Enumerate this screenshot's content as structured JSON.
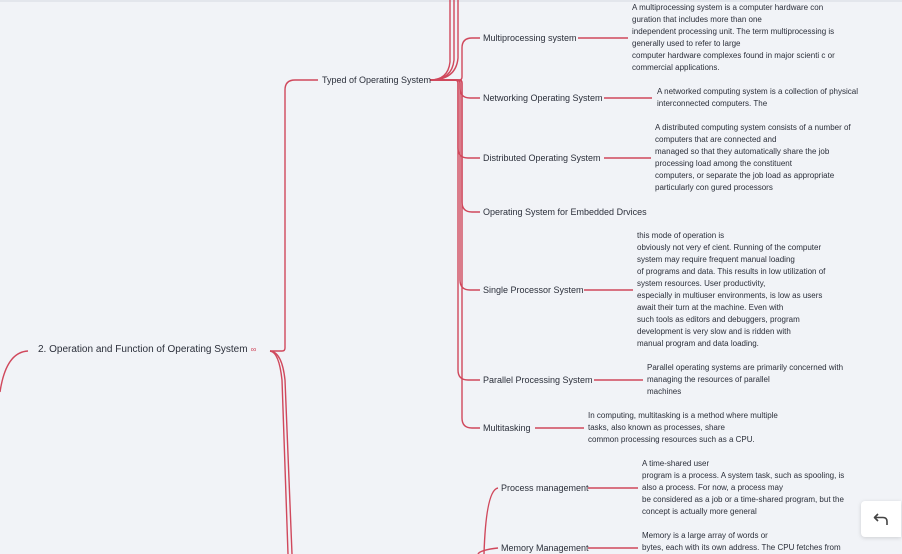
{
  "colors": {
    "branch": "#d0485c",
    "background": "#f1f3f7",
    "text": "#2b2f3a"
  },
  "root": {
    "label": "2.  Operation and Function of Operating System",
    "link_icon": "link-icon"
  },
  "group": {
    "label": "Typed of Operating System"
  },
  "types": [
    {
      "label": "Multiprocessing system",
      "desc": "A multiprocessing system is a computer hardware con\nguration that includes more than one\nindependent processing unit. The term multiprocessing is\ngenerally used to refer to large\ncomputer hardware complexes found in major scienti c or\ncommercial applications."
    },
    {
      "label": "Networking Operating System",
      "desc": "A networked computing system is a collection of physical\ninterconnected computers. The"
    },
    {
      "label": "Distributed Operating System",
      "desc": "A distributed computing system consists of a number of\ncomputers that are connected and\nmanaged so that they automatically share the job\nprocessing load among the constituent\ncomputers, or separate the job load as appropriate\nparticularly con gured processors"
    },
    {
      "label": "Operating System for Embedded Drvices",
      "desc": ""
    },
    {
      "label": "Single Processor System",
      "desc": "this mode of operation is\nobviously not very ef cient. Running of the computer\nsystem may require frequent manual loading\nof programs and data. This results in low utilization of\nsystem resources. User productivity,\nespecially in multiuser environments, is low as users\nawait their turn at the machine. Even with\nsuch tools as editors and debuggers, program\ndevelopment is very slow and is ridden with\nmanual program and data loading."
    },
    {
      "label": "Parallel Processing System",
      "desc": "Parallel operating systems are primarily concerned with\nmanaging the resources of parallel\nmachines"
    },
    {
      "label": "Multitasking",
      "desc": "In computing, multitasking is a method where multiple\ntasks, also known as processes, share\ncommon processing resources such as a CPU."
    }
  ],
  "functions": [
    {
      "label": "Process management",
      "desc": "A time-shared user\nprogram is a process. A system task, such as spooling, is\nalso a process. For now, a process may\nbe considered as a job or a time-shared program, but the\nconcept is actually more general"
    },
    {
      "label": "Memory Management",
      "desc": "Memory is a large array of words or\nbytes, each with its own address.  The CPU fetches from"
    }
  ],
  "toolbar": {
    "undo_icon": "undo-icon"
  }
}
